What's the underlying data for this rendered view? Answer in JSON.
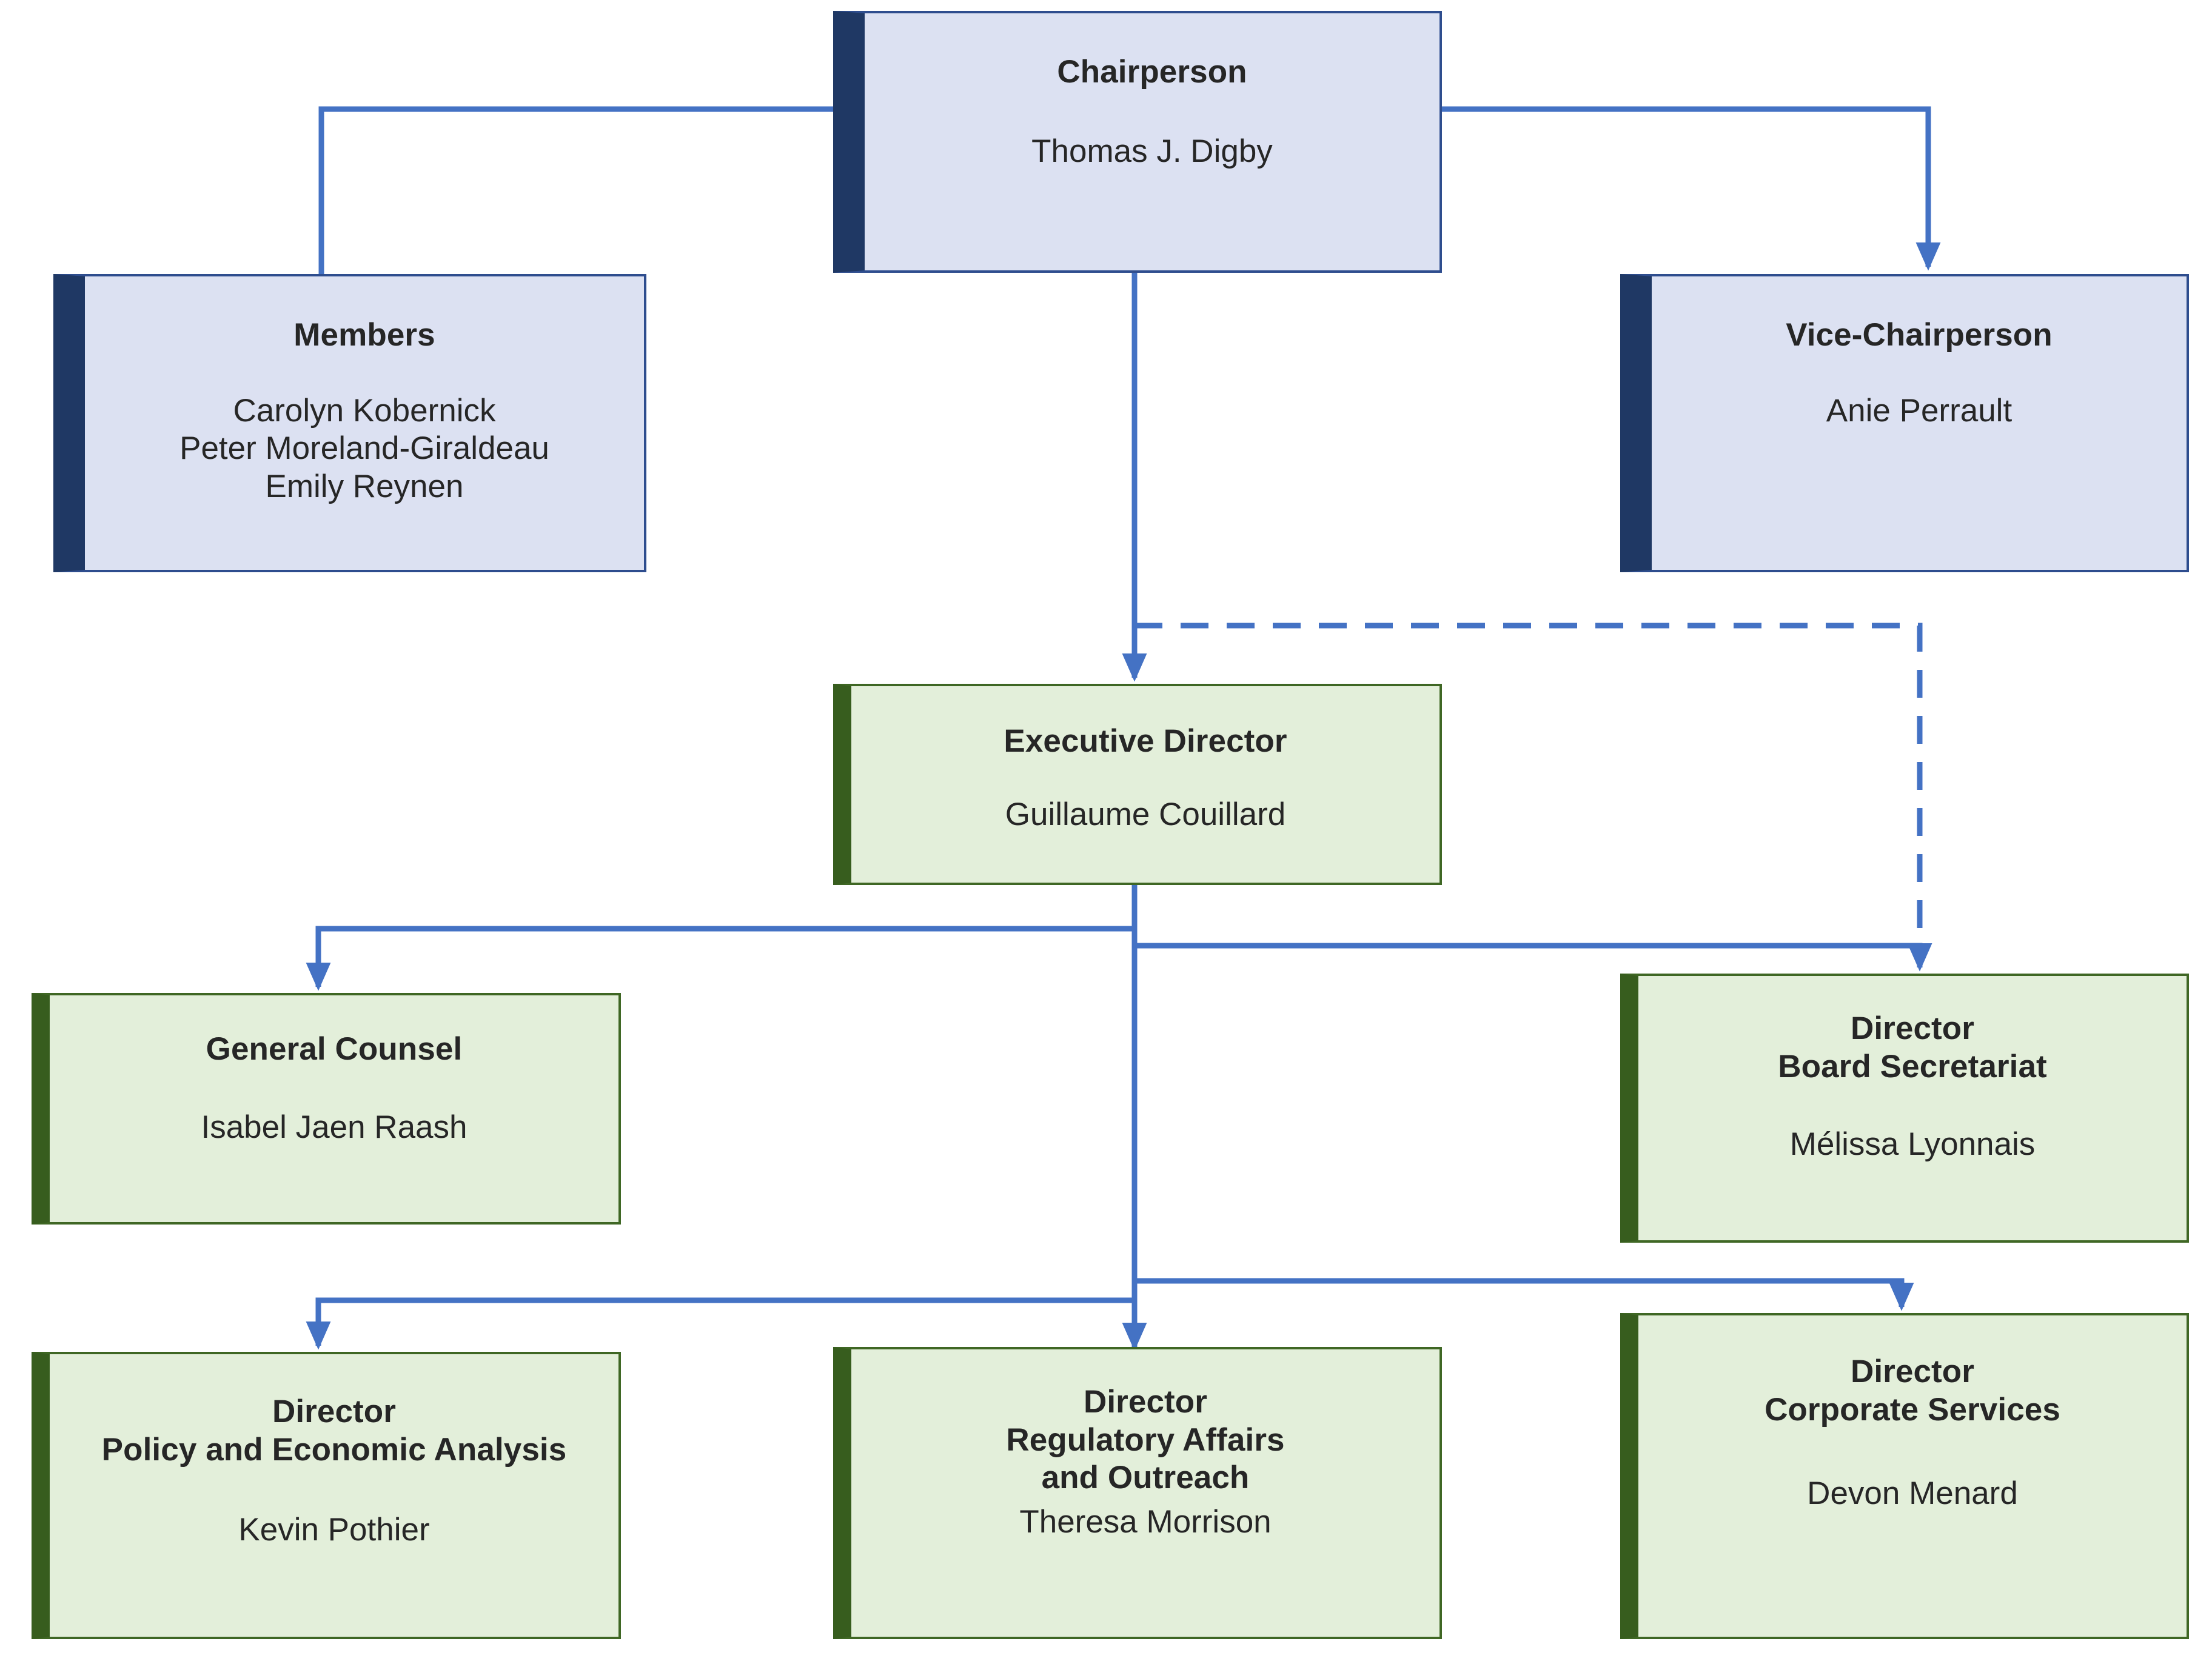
{
  "diagram": {
    "type": "organizational-chart",
    "colors": {
      "board_fill": "#DCE1F2",
      "board_border": "#2E4D8E",
      "board_accent": "#1F3864",
      "staff_fill": "#E3EFDA",
      "staff_border": "#3F6724",
      "staff_accent": "#375D1E",
      "connector": "#4472C4",
      "text": "#262626",
      "background": "#FFFFFF"
    },
    "nodes": {
      "chairperson": {
        "title": "Chairperson",
        "name": "Thomas J. Digby"
      },
      "members": {
        "title": "Members",
        "name": "Carolyn Kobernick\nPeter Moreland-Giraldeau\nEmily Reynen"
      },
      "vice_chairperson": {
        "title": "Vice-Chairperson",
        "name": "Anie Perrault"
      },
      "executive_director": {
        "title": "Executive Director",
        "name": "Guillaume Couillard"
      },
      "general_counsel": {
        "title": "General Counsel",
        "name": "Isabel Jaen Raash"
      },
      "board_secretariat": {
        "title": "Director\nBoard Secretariat",
        "name": "Mélissa Lyonnais"
      },
      "policy_economic_analysis": {
        "title": "Director\nPolicy and Economic Analysis",
        "name": "Kevin Pothier"
      },
      "regulatory_affairs": {
        "title": "Director\nRegulatory Affairs\nand Outreach",
        "name": "Theresa Morrison"
      },
      "corporate_services": {
        "title": "Director\nCorporate Services",
        "name": "Devon Menard"
      }
    },
    "connectors": [
      {
        "from": "chairperson",
        "to": "members",
        "style": "solid",
        "arrowhead": false
      },
      {
        "from": "chairperson",
        "to": "vice_chairperson",
        "style": "solid",
        "arrowhead": true
      },
      {
        "from": "chairperson",
        "to": "executive_director",
        "style": "solid",
        "arrowhead": true
      },
      {
        "from": "vice_chairperson",
        "to": "board_secretariat",
        "style": "dashed",
        "arrowhead": true
      },
      {
        "from": "executive_director",
        "to": "general_counsel",
        "style": "solid",
        "arrowhead": true
      },
      {
        "from": "executive_director",
        "to": "board_secretariat",
        "style": "solid",
        "arrowhead": true
      },
      {
        "from": "executive_director",
        "to": "policy_economic_analysis",
        "style": "solid",
        "arrowhead": true
      },
      {
        "from": "executive_director",
        "to": "regulatory_affairs",
        "style": "solid",
        "arrowhead": true
      },
      {
        "from": "executive_director",
        "to": "corporate_services",
        "style": "solid",
        "arrowhead": true
      }
    ]
  }
}
